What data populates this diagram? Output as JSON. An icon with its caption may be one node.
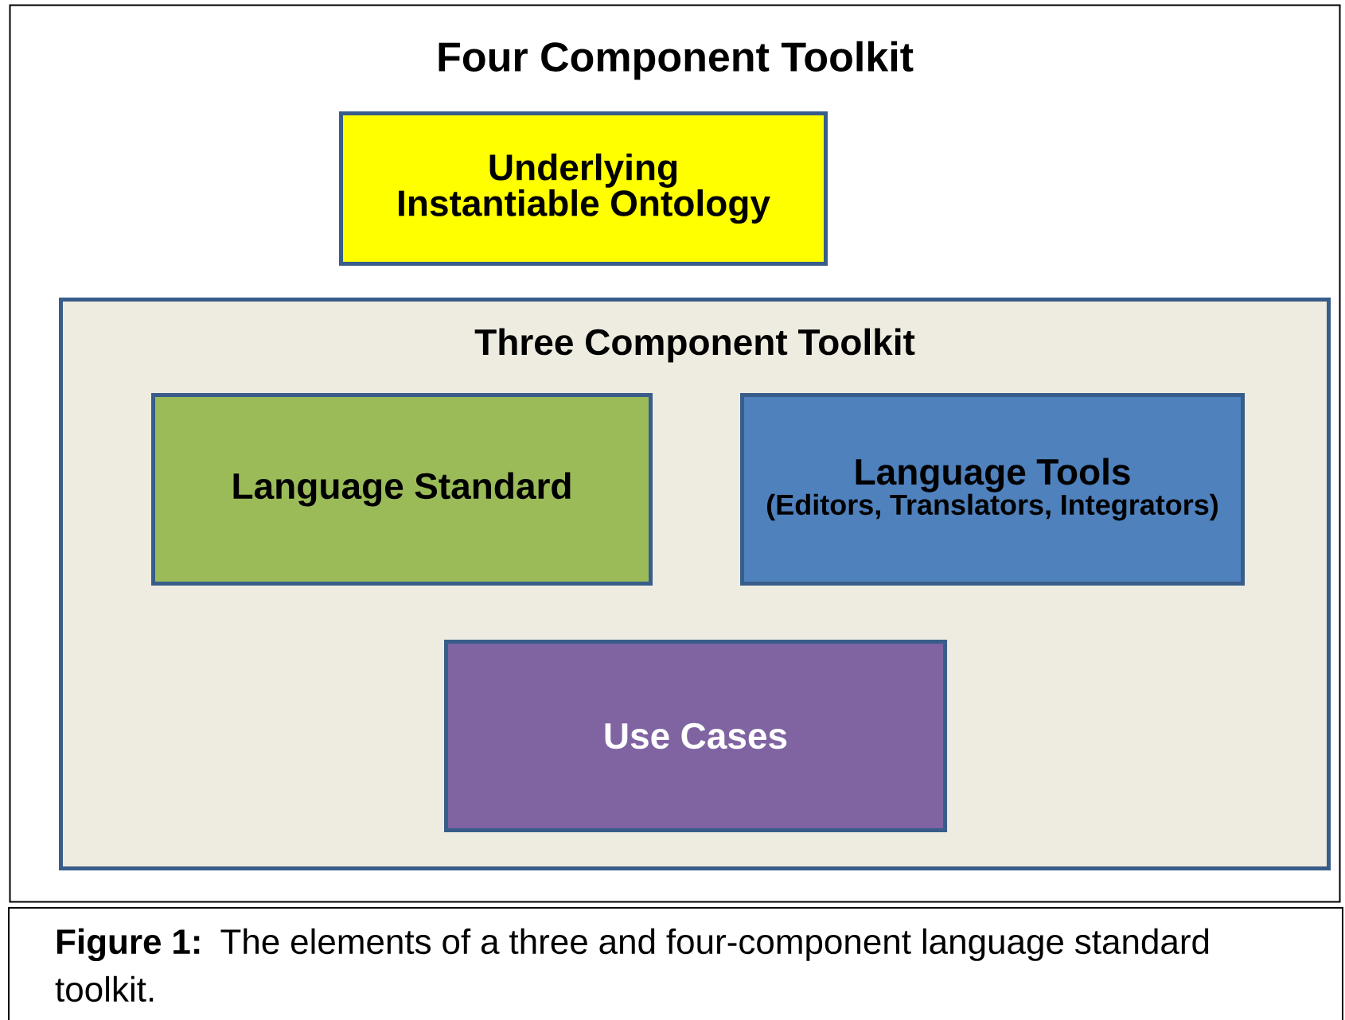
{
  "diagram": {
    "caption": "**Figure 1:**  The elements of a three and four-component language standard toolkit.",
    "nodes": [
      {
        "text": [
          "Four Component Toolkit"
        ]
      },
      {
        "text": [
          "Underlying Instantiable Ontology"
        ],
        "in": 0
      },
      {
        "text": [
          "Three Component Toolkit"
        ],
        "in": 0
      },
      {
        "text": [
          "Language Standard"
        ],
        "in": 2
      },
      {
        "text": [
          "Language Tools",
          "(Editors, Translators, Integrators)"
        ],
        "in": 2
      },
      {
        "text": [
          "Use Cases"
        ],
        "in": 2
      }
    ]
  }
}
